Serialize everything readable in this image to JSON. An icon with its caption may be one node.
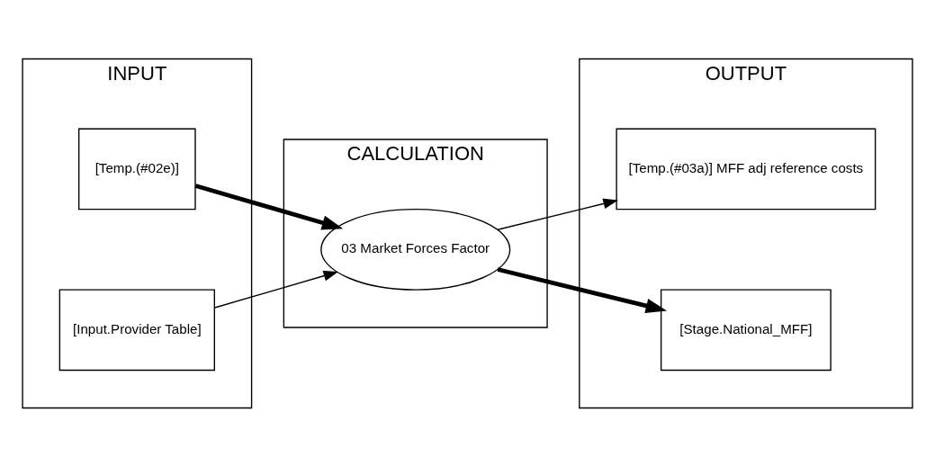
{
  "diagram": {
    "nodes": [
      {
        "text": [
          "INPUT"
        ]
      },
      {
        "text": [
          "[Temp.(#02e)]"
        ],
        "in": 0
      },
      {
        "text": [
          "[Input.Provider Table]"
        ],
        "in": 0
      },
      {
        "text": [
          "CALCULATION"
        ]
      },
      {
        "text": [
          "03 Market Forces Factor"
        ],
        "in": 3
      },
      {
        "text": [
          "OUTPUT"
        ]
      },
      {
        "text": [
          "[Temp.(#03a)] MFF adj reference costs"
        ],
        "in": 5
      },
      {
        "text": [
          "[Stage.National_MFF]"
        ],
        "in": 5
      }
    ],
    "edges": [
      {
        "from": 1,
        "to": 4,
        "arrow": "to",
        "style": "thick"
      },
      {
        "from": 2,
        "to": 4,
        "arrow": "to"
      },
      {
        "from": 4,
        "to": 6,
        "arrow": "to"
      },
      {
        "from": 4,
        "to": 7,
        "arrow": "to",
        "style": "thick"
      }
    ]
  }
}
